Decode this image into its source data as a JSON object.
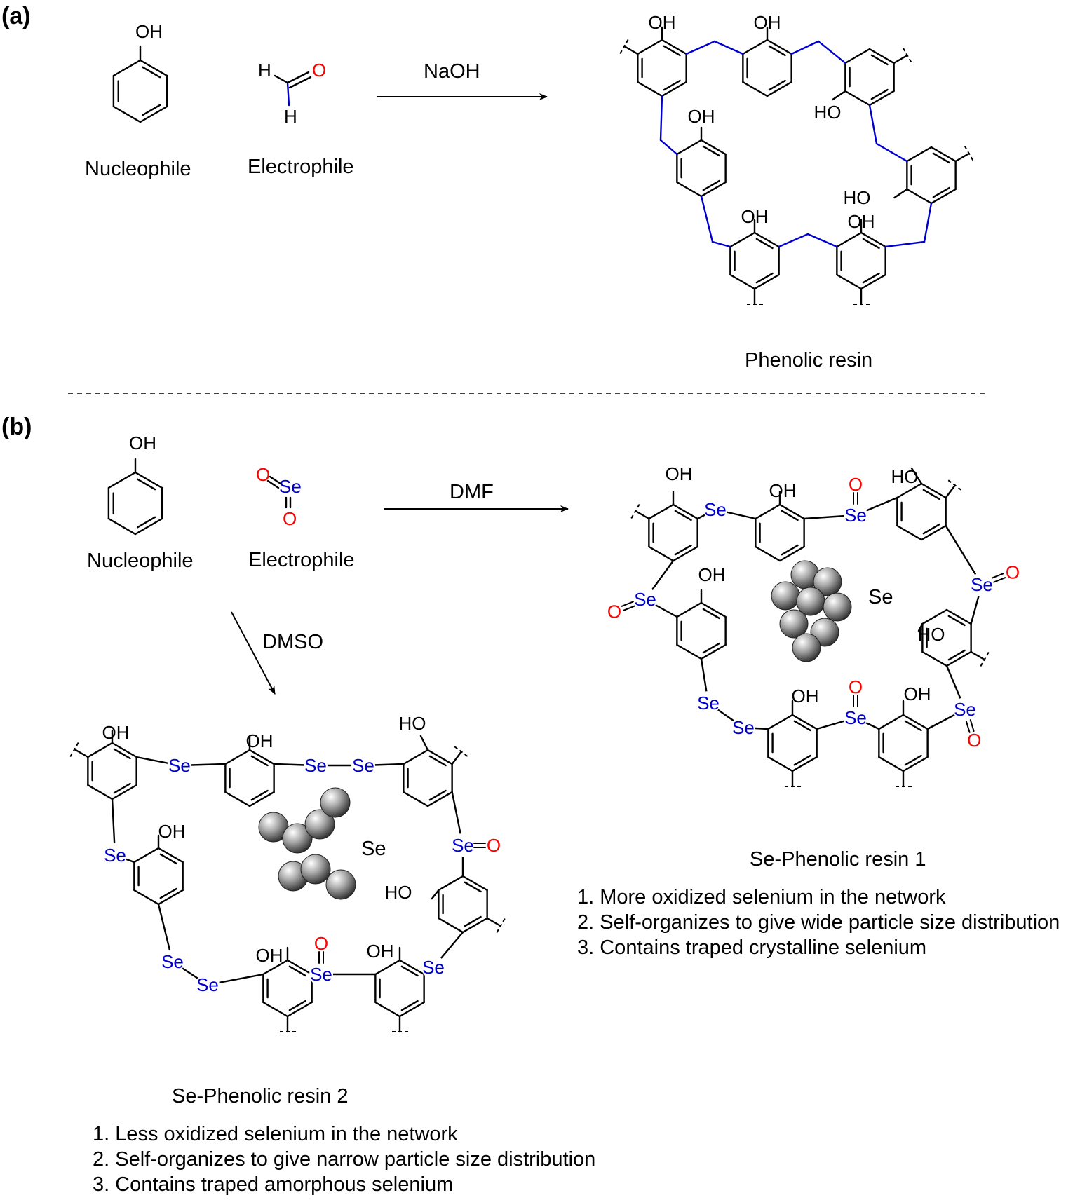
{
  "colors": {
    "bond": "#000000",
    "linker": "#0000cc",
    "oxygen": "#ff0000",
    "selenium": "#0000cc"
  },
  "panel_a": {
    "label": "(a)",
    "oh": "OH",
    "h_top": "H",
    "o": "O",
    "h_bottom": "H",
    "nucleophile": "Nucleophile",
    "electrophile": "Electrophile",
    "reagent": "NaOH",
    "product_label": "Phenolic resin",
    "product_atoms": {
      "oh": "OH",
      "ho": "HO"
    }
  },
  "panel_b": {
    "label": "(b)",
    "oh": "OH",
    "se": "Se",
    "o": "O",
    "nucleophile": "Nucleophile",
    "electrophile": "Electrophile",
    "reagent_right": "DMF",
    "reagent_down": "DMSO",
    "product_atoms": {
      "oh": "OH",
      "ho": "HO",
      "se": "Se",
      "o": "O"
    },
    "resin1": {
      "label": "Se-Phenolic resin 1",
      "cluster_label": "Se",
      "notes": [
        "1. More oxidized selenium in the network",
        "2. Self-organizes to give wide particle size distribution",
        "3. Contains traped crystalline selenium"
      ]
    },
    "resin2": {
      "label": "Se-Phenolic resin 2",
      "cluster_label": "Se",
      "notes": [
        "1. Less oxidized selenium in the network",
        "2. Self-organizes to give narrow particle size distribution",
        "3. Contains traped amorphous selenium"
      ]
    }
  }
}
